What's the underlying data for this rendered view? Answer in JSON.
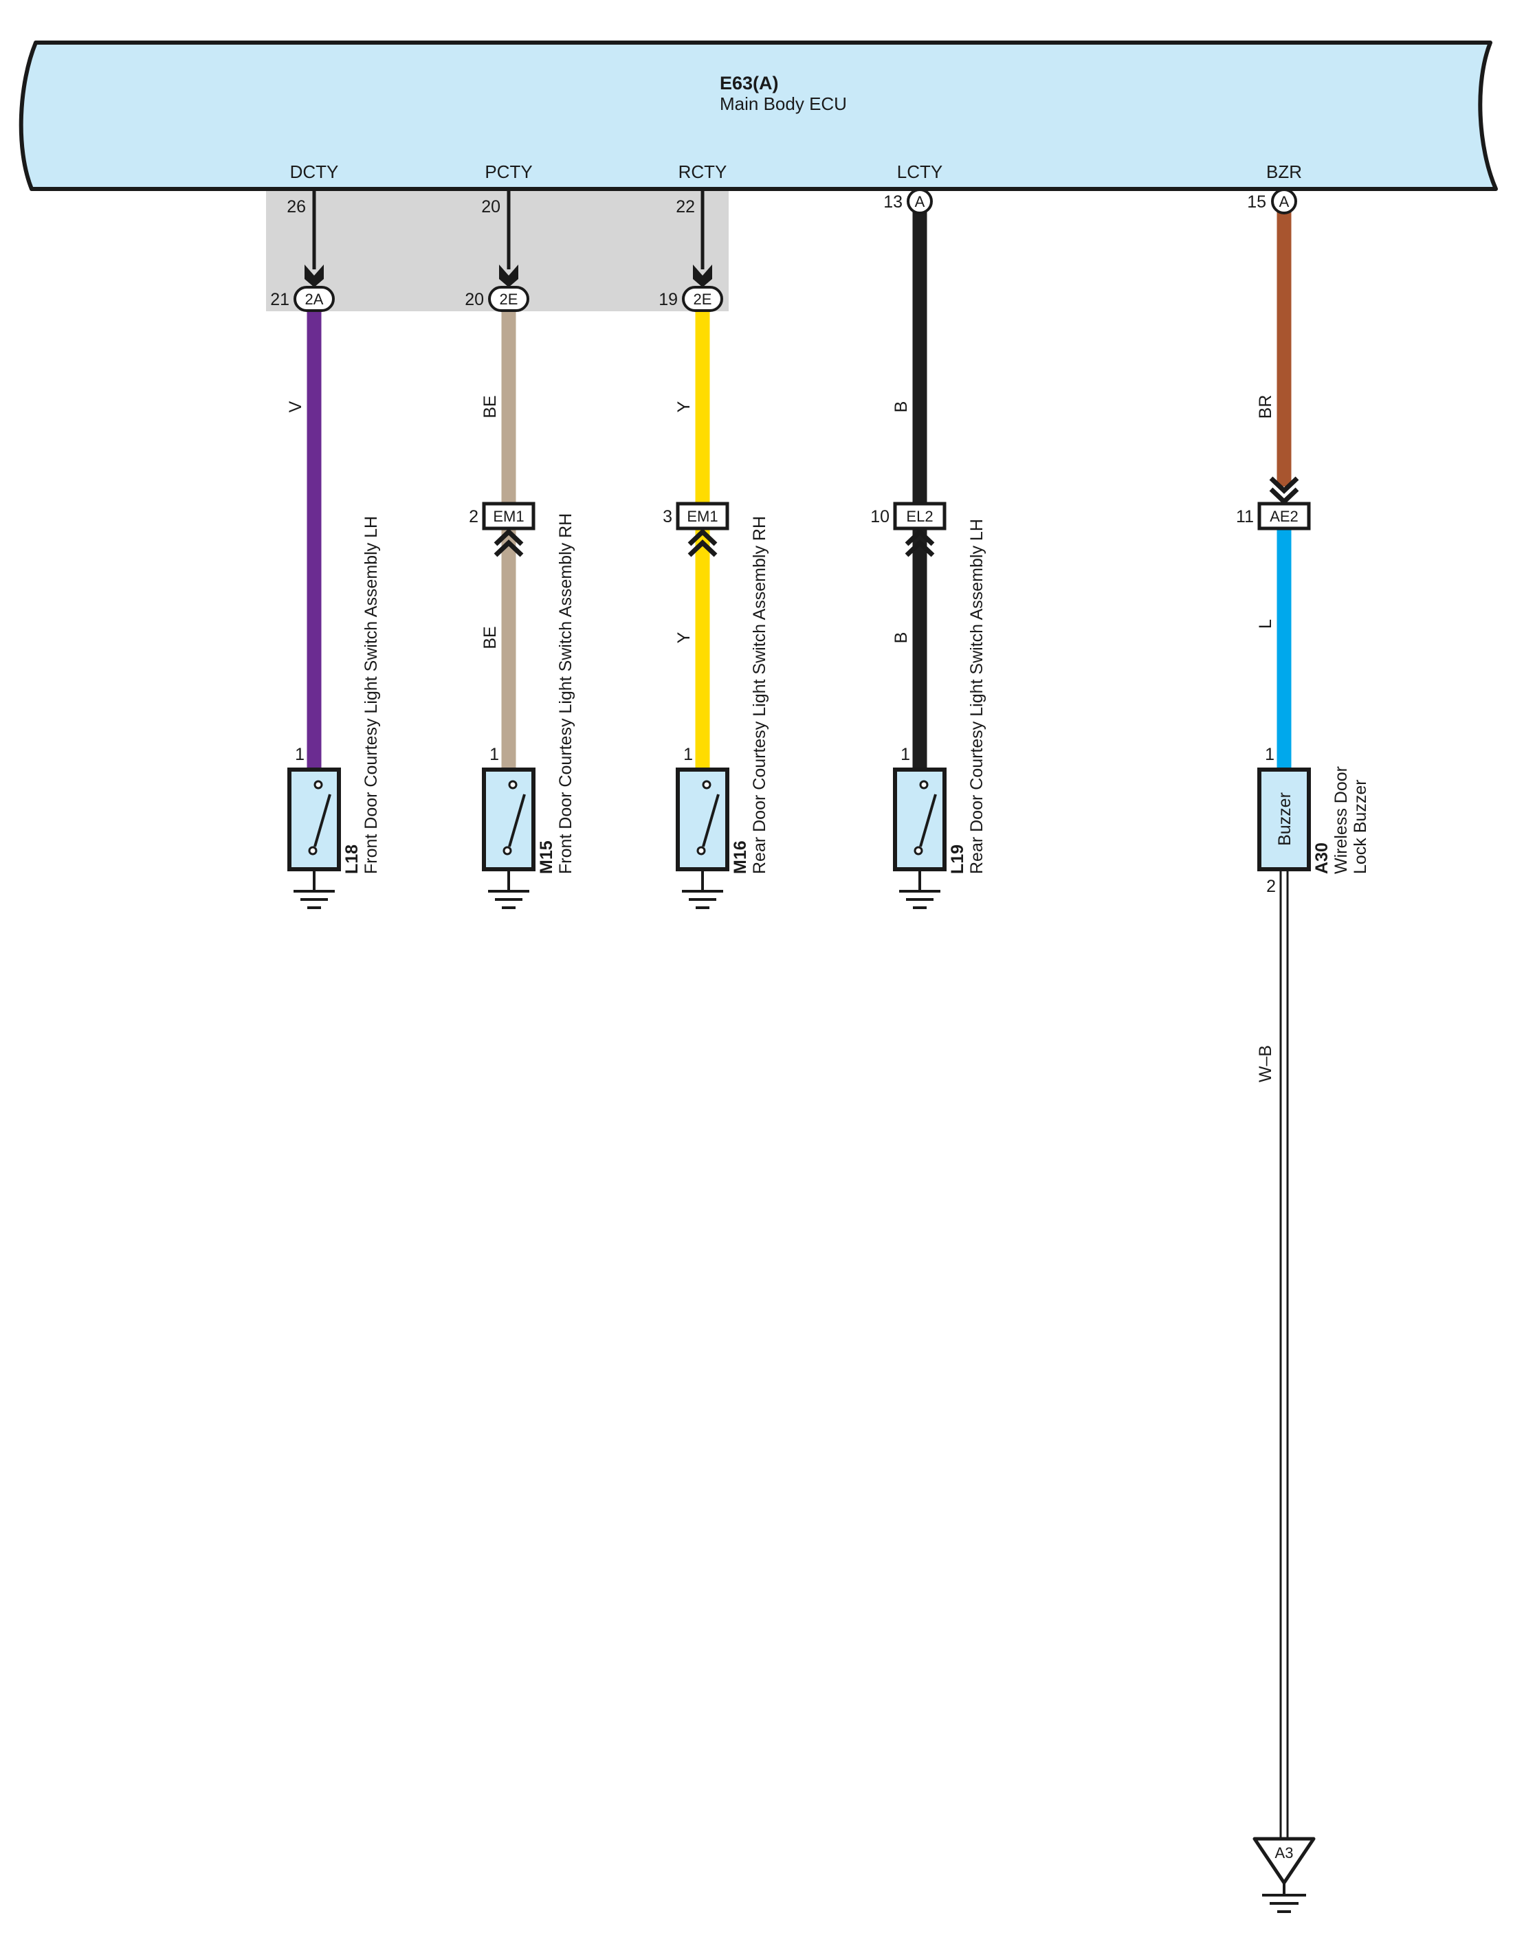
{
  "ecu": {
    "id": "E63(A)",
    "name": "Main Body ECU",
    "fill": "#c9e9f8",
    "terminals": [
      {
        "signal": "DCTY",
        "pin": "26"
      },
      {
        "signal": "PCTY",
        "pin": "20"
      },
      {
        "signal": "RCTY",
        "pin": "22"
      },
      {
        "signal": "LCTY",
        "pin": "13",
        "connector": "A"
      },
      {
        "signal": "BZR",
        "pin": "15",
        "connector": "A"
      }
    ]
  },
  "junctions": [
    {
      "pin": "21",
      "code": "2A"
    },
    {
      "pin": "20",
      "code": "2E"
    },
    {
      "pin": "19",
      "code": "2E"
    }
  ],
  "wire_labels": {
    "dcty": [
      "V"
    ],
    "pcty": [
      "BE",
      "BE"
    ],
    "rcty": [
      "Y",
      "Y"
    ],
    "lcty": [
      "B",
      "B"
    ],
    "bzr": [
      "BR",
      "L"
    ],
    "ground_wire": "W–B"
  },
  "wire_colors": {
    "V": "#6b2c91",
    "BE": "#bba892",
    "Y": "#ffdc00",
    "B": "#1e1e1e",
    "BR": "#a8552f",
    "L": "#00a8ec"
  },
  "inline_connectors": [
    {
      "pin": "2",
      "code": "EM1"
    },
    {
      "pin": "3",
      "code": "EM1"
    },
    {
      "pin": "10",
      "code": "EL2"
    },
    {
      "pin": "11",
      "code": "AE2"
    }
  ],
  "components": [
    {
      "id": "L18",
      "name": "Front Door Courtesy Light Switch Assembly LH",
      "pin": "1"
    },
    {
      "id": "M15",
      "name": "Front Door Courtesy Light Switch Assembly RH",
      "pin": "1"
    },
    {
      "id": "M16",
      "name": "Rear Door Courtesy Light Switch Assembly RH",
      "pin": "1"
    },
    {
      "id": "L19",
      "name": "Rear Door Courtesy Light Switch Assembly LH",
      "pin": "1"
    }
  ],
  "buzzer": {
    "label": "Buzzer",
    "id": "A30",
    "name_lines": [
      "Wireless Door",
      "Lock Buzzer"
    ],
    "pin_top": "1",
    "pin_bottom": "2"
  },
  "ground_point": {
    "code": "A3"
  },
  "colors": {
    "component_fill": "#c9e9f8",
    "shade": "#d6d6d6",
    "outline": "#1a1a1a"
  }
}
